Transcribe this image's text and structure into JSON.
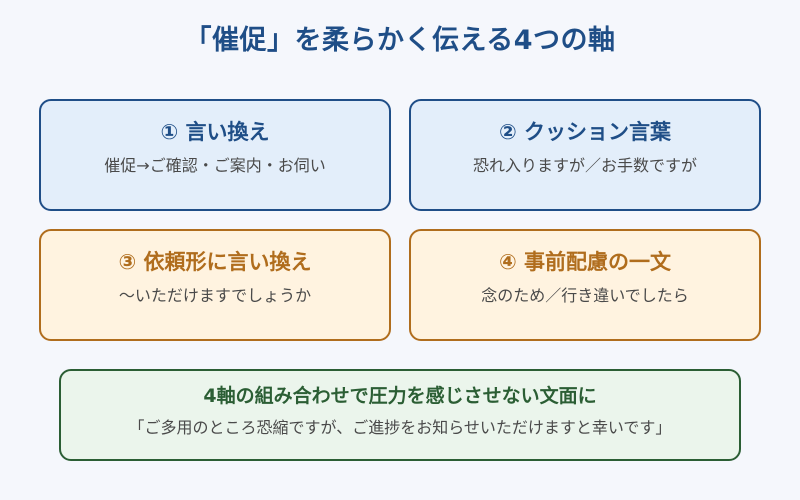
{
  "title": "「催促」を柔らかく伝える4つの軸",
  "axes": [
    {
      "number": "①",
      "title": "① 言い換え",
      "subtitle": "催促→ご確認・ご案内・お伺い",
      "color_theme": "blue",
      "border_color": "#1f4e87",
      "background_color": "#e3eefa"
    },
    {
      "number": "②",
      "title": "② クッション言葉",
      "subtitle": "恐れ入りますが／お手数ですが",
      "color_theme": "blue",
      "border_color": "#1f4e87",
      "background_color": "#e3eefa"
    },
    {
      "number": "③",
      "title": "③ 依頼形に言い換え",
      "subtitle": "〜いただけますでしょうか",
      "color_theme": "orange",
      "border_color": "#b06d1d",
      "background_color": "#fff3e0"
    },
    {
      "number": "④",
      "title": "④ 事前配慮の一文",
      "subtitle": "念のため／行き違いでしたら",
      "color_theme": "orange",
      "border_color": "#b06d1d",
      "background_color": "#fff3e0"
    }
  ],
  "summary": {
    "title": "4軸の組み合わせで圧力を感じさせない文面に",
    "example": "「ご多用のところ恐縮ですが、ご進捗をお知らせいただけますと幸いです」",
    "border_color": "#2b5e34",
    "background_color": "#ebf5ec"
  },
  "colors": {
    "background": "#f5f7fc",
    "title": "#1f4e87",
    "body_text": "#4a4a4a"
  }
}
